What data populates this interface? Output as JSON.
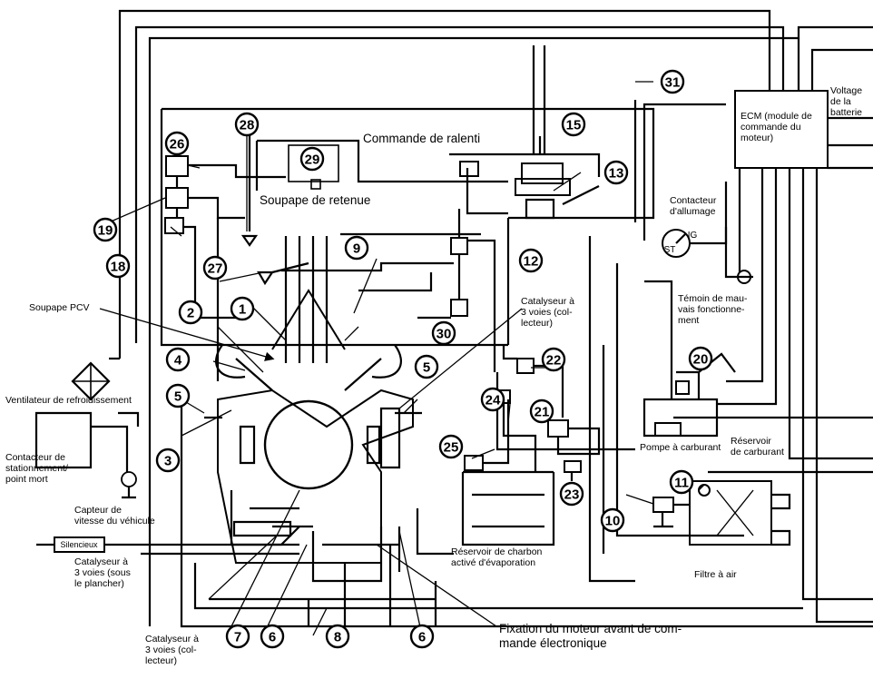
{
  "labels": {
    "ecm": "ECM (module de\ncommande du\nmoteur)",
    "battery_voltage": "Voltage de la\nbatterie",
    "idle_control": "Commande de ralenti",
    "check_valve": "Soupape de retenue",
    "ignition_switch": "Contacteur\nd'allumage",
    "malfunction_lamp": "Témoin de mau-\nvais fonctionne-\nment",
    "pcv_valve": "Soupape PCV",
    "cat_manifold_right": "Catalyseur à\n3 voies (col-\nlecteur)",
    "cooling_fan": "Ventilateur de refroidissement",
    "park_neutral_switch": "Contacteur de\nstationnement/\npoint mort",
    "vehicle_speed_sensor": "Capteur de\nvitesse du véhicule",
    "muffler": "Silencieux",
    "cat_underfloor": "Catalyseur à\n3 voies (sous\nle plancher)",
    "cat_manifold_left": "Catalyseur à\n3 voies (col-\nlecteur)",
    "fuel_pump": "Pompe à carburant",
    "fuel_tank": "Réservoir\nde carburant",
    "evap_canister": "Réservoir de charbon\nactivé d'évaporation",
    "air_filter": "Filtre à air",
    "engine_mount": "Fixation du moteur avant de com-\nmande électronique",
    "ig": "IG",
    "st": "ST"
  },
  "numbers": [
    "1",
    "2",
    "3",
    "4",
    "5",
    "5",
    "6",
    "6",
    "7",
    "8",
    "9",
    "10",
    "11",
    "12",
    "13",
    "15",
    "18",
    "19",
    "20",
    "21",
    "22",
    "23",
    "24",
    "25",
    "26",
    "27",
    "28",
    "29",
    "30",
    "31"
  ]
}
